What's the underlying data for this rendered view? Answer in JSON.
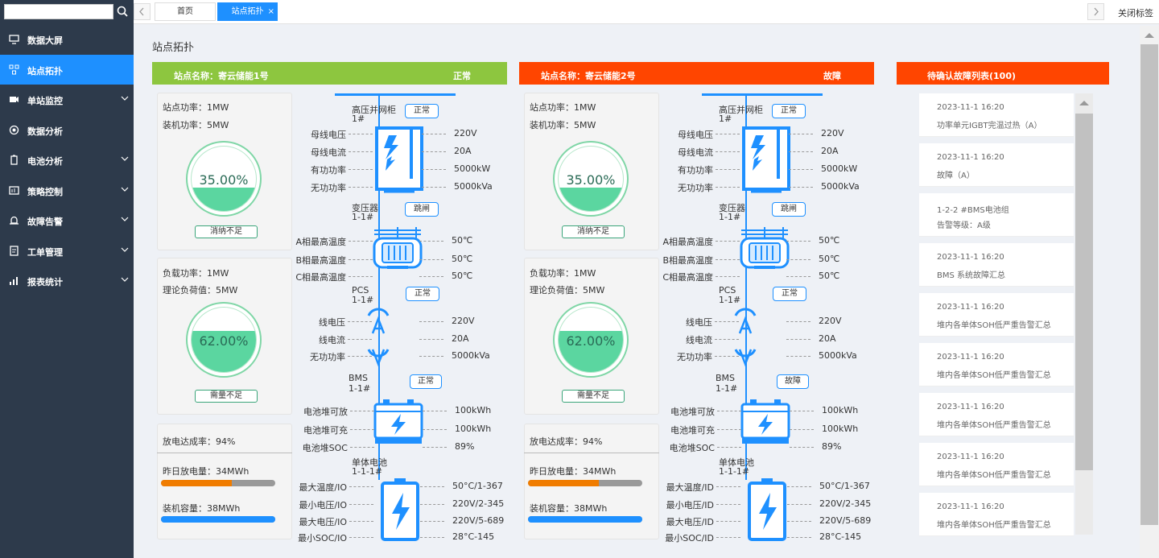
{
  "search": {
    "placeholder": "",
    "value": ""
  },
  "sidebar": {
    "items": [
      {
        "label": "数据大屏",
        "icon": "monitor-icon",
        "chev": false
      },
      {
        "label": "站点拓扑",
        "icon": "topology-icon",
        "chev": false,
        "active": true
      },
      {
        "label": "单站监控",
        "icon": "camera-icon",
        "chev": true
      },
      {
        "label": "数据分析",
        "icon": "analysis-icon",
        "chev": false
      },
      {
        "label": "电池分析",
        "icon": "battery-icon",
        "chev": true
      },
      {
        "label": "策略控制",
        "icon": "strategy-icon",
        "chev": true
      },
      {
        "label": "故障告警",
        "icon": "alarm-icon",
        "chev": true
      },
      {
        "label": "工单管理",
        "icon": "workorder-icon",
        "chev": true
      },
      {
        "label": "报表统计",
        "icon": "report-icon",
        "chev": true
      }
    ]
  },
  "tabs": [
    {
      "label": "首页"
    },
    {
      "label": "站点拓扑",
      "closable": "×"
    }
  ],
  "topbar": {
    "close_tags": "关闭标签"
  },
  "page": {
    "title": "站点拓扑"
  },
  "colors": {
    "ok": "#8dc63f",
    "fault": "#ff4500",
    "accent": "#1e90ff",
    "sidebar": "#2d3a4b"
  },
  "stations": [
    {
      "name": "站点名称：寄云储能1号",
      "status": "正常",
      "power": "站点功率：1MW",
      "installed": "装机功率：5MW",
      "gauge1": {
        "value": "35.00%",
        "fraction": 0.35,
        "label": "消纳不足"
      },
      "load": "负载功率：1MW",
      "theory": "理论负荷值：5MW",
      "gauge2": {
        "value": "62.00%",
        "fraction": 0.62,
        "label": "需量不足"
      },
      "rate": "放电达成率：94%",
      "yesterday": "昨日放电量：34MWh",
      "yesterday_fraction": 0.62,
      "capacity": "装机容量：38MWh",
      "capacity_fraction": 1.0,
      "hv": {
        "name": "高压并网柜",
        "id": "1#",
        "status": "正常",
        "rows": [
          [
            "母线电压",
            "220V"
          ],
          [
            "母线电流",
            "20A"
          ],
          [
            "有功功率",
            "5000kW"
          ],
          [
            "无功功率",
            "5000kVa"
          ]
        ]
      },
      "tr": {
        "name": "变压器",
        "id": "1-1#",
        "status": "跳闸",
        "rows": [
          [
            "A相最高温度",
            "50℃"
          ],
          [
            "B相最高温度",
            "50℃"
          ],
          [
            "C相最高温度",
            "50℃"
          ]
        ]
      },
      "pcs": {
        "name": "PCS",
        "id": "1-1#",
        "status": "正常",
        "rows": [
          [
            "线电压",
            "220V"
          ],
          [
            "线电流",
            "20A"
          ],
          [
            "无功功率",
            "5000kVa"
          ]
        ]
      },
      "bms": {
        "name": "BMS",
        "id": "1-1#",
        "status": "正常",
        "rows": [
          [
            "电池堆可放",
            "100kWh"
          ],
          [
            "电池堆可充",
            "100kWh"
          ],
          [
            "电池堆SOC",
            "89%"
          ]
        ]
      },
      "cell": {
        "name": "单体电池",
        "id": "1-1-1#",
        "rows": [
          [
            "最大温度/IO",
            "50°C/1-367"
          ],
          [
            "最小电压/IO",
            "220V/2-345"
          ],
          [
            "最大电压/IO",
            "220V/5-689"
          ],
          [
            "最小SOC/IO",
            "28°C-145"
          ]
        ]
      }
    },
    {
      "name": "站点名称：寄云储能2号",
      "status": "故障",
      "power": "站点功率：1MW",
      "installed": "装机功率：5MW",
      "gauge1": {
        "value": "35.00%",
        "fraction": 0.35,
        "label": "消纳不足"
      },
      "load": "负载功率：1MW",
      "theory": "理论负荷值：5MW",
      "gauge2": {
        "value": "62.00%",
        "fraction": 0.62,
        "label": "需量不足"
      },
      "rate": "放电达成率：94%",
      "yesterday": "昨日放电量：34MWh",
      "yesterday_fraction": 0.62,
      "capacity": "装机容量：38MWh",
      "capacity_fraction": 1.0,
      "hv": {
        "name": "高压并网柜",
        "id": "1#",
        "status": "正常",
        "rows": [
          [
            "母线电压",
            "220V"
          ],
          [
            "母线电流",
            "20A"
          ],
          [
            "有功功率",
            "5000kW"
          ],
          [
            "无功功率",
            "5000kVa"
          ]
        ]
      },
      "tr": {
        "name": "变压器",
        "id": "1-1#",
        "status": "跳闸",
        "rows": [
          [
            "A相最高温度",
            "50℃"
          ],
          [
            "B相最高温度",
            "50℃"
          ],
          [
            "C相最高温度",
            "50℃"
          ]
        ]
      },
      "pcs": {
        "name": "PCS",
        "id": "1-1#",
        "status": "正常",
        "rows": [
          [
            "线电压",
            "220V"
          ],
          [
            "线电流",
            "20A"
          ],
          [
            "无功功率",
            "5000kVa"
          ]
        ]
      },
      "bms": {
        "name": "BMS",
        "id": "1-1#",
        "status": "故障",
        "rows": [
          [
            "电池堆可放",
            "100kWh"
          ],
          [
            "电池堆可充",
            "100kWh"
          ],
          [
            "电池堆SOC",
            "89%"
          ]
        ]
      },
      "cell": {
        "name": "单体电池",
        "id": "1-1-1#",
        "rows": [
          [
            "最大温度/ID",
            "50°C/1-367"
          ],
          [
            "最小电压/ID",
            "220V/2-345"
          ],
          [
            "最大电压/ID",
            "220V/5-689"
          ],
          [
            "最小SOC/ID",
            "28°C-145"
          ]
        ]
      }
    }
  ],
  "faults": {
    "title": "待确认故障列表(100)",
    "items": [
      {
        "date": "2023-11-1 16:20",
        "msg": "功率单元IGBT完温过热（A）"
      },
      {
        "date": "2023-11-1 16:20",
        "msg": "故障（A）"
      },
      {
        "date": "1-2-2 #BMS电池组",
        "msg": "告警等级：A级"
      },
      {
        "date": "2023-11-1 16:20",
        "msg": "BMS 系统故障汇总"
      },
      {
        "date": "2023-11-1 16:20",
        "msg": "堆内各单体SOH低严重告警汇总"
      },
      {
        "date": "2023-11-1 16:20",
        "msg": "堆内各单体SOH低严重告警汇总"
      },
      {
        "date": "2023-11-1 16:20",
        "msg": "堆内各单体SOH低严重告警汇总"
      },
      {
        "date": "2023-11-1 16:20",
        "msg": "堆内各单体SOH低严重告警汇总"
      },
      {
        "date": "2023-11-1 16:20",
        "msg": "堆内各单体SOH低严重告警汇总"
      }
    ]
  }
}
